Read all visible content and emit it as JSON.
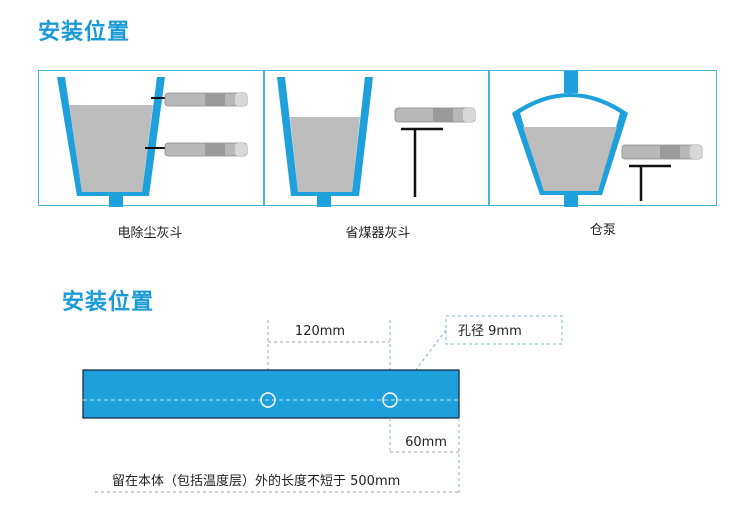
{
  "section_title_top": "安装位置",
  "section_title_bottom": "安装位置",
  "captions": {
    "dust_hopper": "电除尘灰斗",
    "economizer_hopper": "省煤器灰斗",
    "silo_pump": "仓泵"
  },
  "dimensions": {
    "hole_spacing": "120mm",
    "hole_diameter": "孔径 9mm",
    "edge_offset": "60mm",
    "length_note": "留在本体（包括温度层）外的长度不短于 500mm"
  },
  "colors": {
    "accent_blue": "#1a9bd7",
    "pipe_blue": "#1ea0dc",
    "material_gray": "#bdbdbd"
  }
}
